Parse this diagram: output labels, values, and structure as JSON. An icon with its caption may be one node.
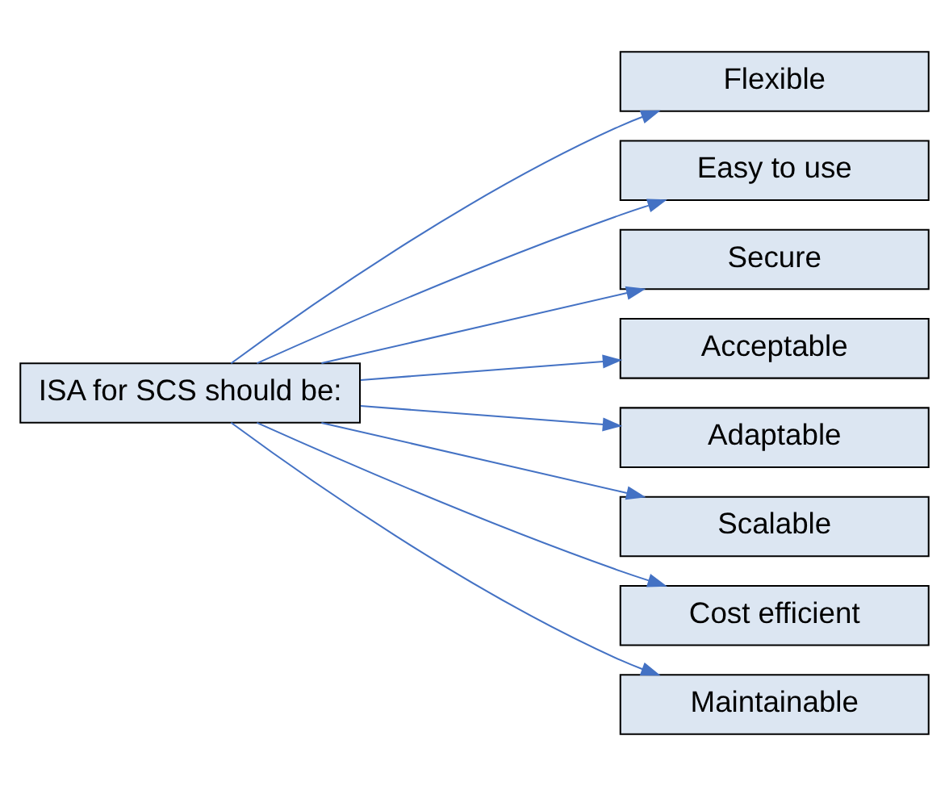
{
  "diagram": {
    "nodes": [
      {
        "text": [
          "ISA for SCS should be:"
        ]
      },
      {
        "text": [
          "Flexible"
        ]
      },
      {
        "text": [
          "Easy to use"
        ]
      },
      {
        "text": [
          "Secure"
        ]
      },
      {
        "text": [
          "Acceptable"
        ]
      },
      {
        "text": [
          "Adaptable"
        ]
      },
      {
        "text": [
          "Scalable"
        ]
      },
      {
        "text": [
          "Cost efficient"
        ]
      },
      {
        "text": [
          "Maintainable"
        ]
      }
    ],
    "edges": [
      {
        "from": 0,
        "to": 1,
        "arrow": "to"
      },
      {
        "from": 0,
        "to": 2,
        "arrow": "to"
      },
      {
        "from": 0,
        "to": 3,
        "arrow": "to"
      },
      {
        "from": 0,
        "to": 4,
        "arrow": "to"
      },
      {
        "from": 0,
        "to": 5,
        "arrow": "to"
      },
      {
        "from": 0,
        "to": 6,
        "arrow": "to"
      },
      {
        "from": 0,
        "to": 7,
        "arrow": "to"
      },
      {
        "from": 0,
        "to": 8,
        "arrow": "to"
      }
    ]
  }
}
